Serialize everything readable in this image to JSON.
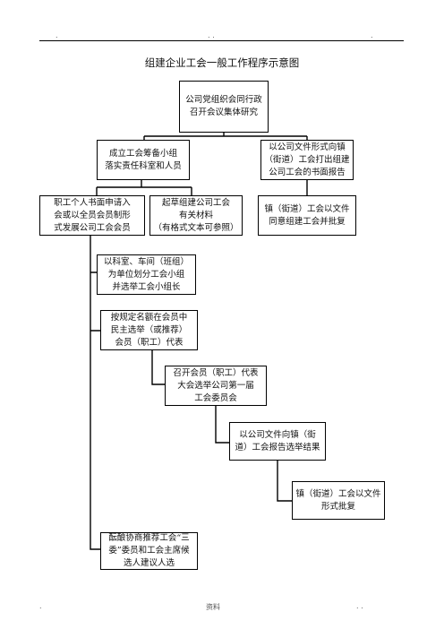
{
  "header": {
    "dot_left": ".",
    "dot_mid": ". .",
    "dot_right": "."
  },
  "title": "组建企业工会一般工作程序示意图",
  "boxes": {
    "b1": [
      "公司党组织会同行政",
      "召开会议集体研究"
    ],
    "b2": [
      "成立工会筹备小组",
      "落实责任科室和人员"
    ],
    "b3": [
      "以公司文件形式向镇",
      "（街道）工会打出组建",
      "公司工会的书面报告"
    ],
    "b4": [
      "职工个人书面申请入",
      "会或以全员会员制形",
      "式发展公司工会会员"
    ],
    "b5": [
      "起草组建公司工会",
      "有关材料",
      "（有格式文本可参照）"
    ],
    "b6": [
      "镇（街道）工会以文件",
      "同意组建工会并批复"
    ],
    "b7": [
      "以科室、车间（班组）",
      "为单位划分工会小组",
      "并选举工会小组长"
    ],
    "b8": [
      "按规定名额在会员中",
      "民主选举（或推荐）",
      "会员（职工）代表"
    ],
    "b9": [
      "召开会员（职工）代表",
      "大会选举公司第一届",
      "工会委员会"
    ],
    "b10": [
      "以公司文件向镇（街",
      "道）工会报告选举结果"
    ],
    "b11": [
      "镇（街道）工会以文件",
      "形式批复"
    ],
    "b12": [
      "酝酿协商推荐工会“三",
      "委”委员和工会主席候",
      "选人建议人选"
    ]
  },
  "footer": {
    "left": ".",
    "center": "资料",
    "right": ". ."
  }
}
